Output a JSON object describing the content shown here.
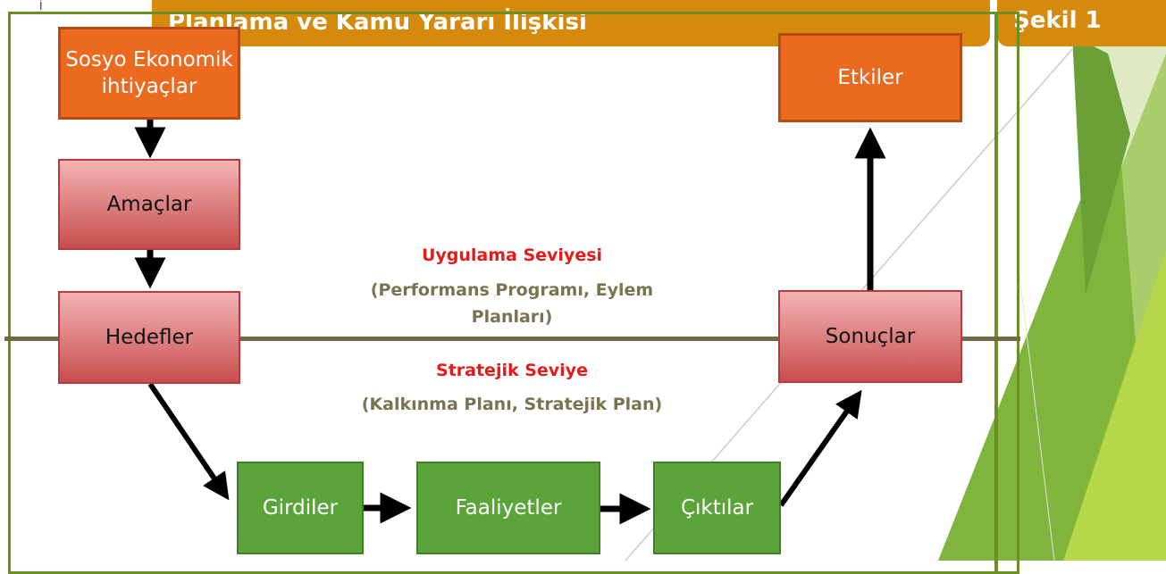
{
  "header": {
    "title": "Planlama ve Kamu Yararı İlişkisi",
    "figure_label": "Şekil 1",
    "corner_mark": "İ"
  },
  "levels": {
    "upper": {
      "title": "Uygulama Seviyesi",
      "subtitle": "(Performans Programı, Eylem Planları)"
    },
    "lower": {
      "title": "Stratejik Seviye",
      "subtitle": "(Kalkınma Planı, Stratejik Plan)"
    }
  },
  "nodes": {
    "needs": "Sosyo Ekonomik ihtiyaçlar",
    "aims": "Amaçlar",
    "targets": "Hedefler",
    "inputs": "Girdiler",
    "activities": "Faaliyetler",
    "outputs": "Çıktılar",
    "results": "Sonuçlar",
    "impacts": "Etkiler"
  },
  "colors": {
    "header_orange": "#d68a0c",
    "node_orange": "#ec6a1f",
    "node_red": "#c84e4e",
    "node_green": "#5aa43a",
    "frame_green": "#6b8f23",
    "level_red": "#e31b1b",
    "level_olive": "#7a7350"
  }
}
